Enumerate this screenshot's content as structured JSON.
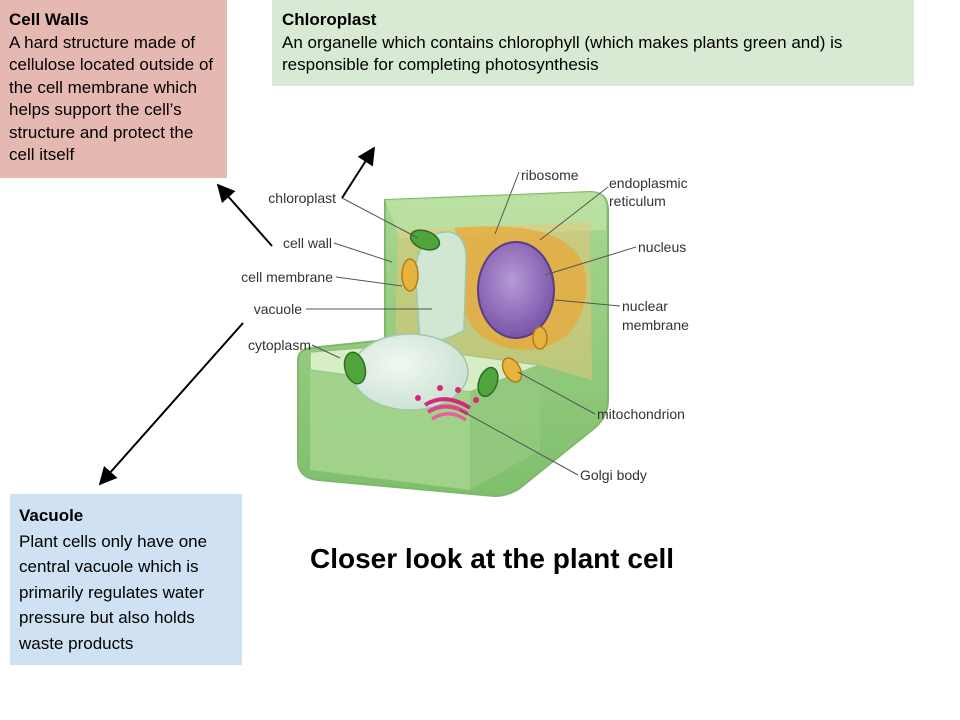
{
  "boxes": {
    "cell_walls": {
      "title": "Cell Walls",
      "body": "A hard structure made of cellulose located outside of the cell membrane which helps support the cell’s structure and protect the cell itself",
      "color": "#e6b8b2"
    },
    "chloroplast": {
      "title": "Chloroplast",
      "body": "An organelle which contains chlorophyll (which makes plants green and) is responsible for completing photosynthesis",
      "color": "#d8ead3"
    },
    "vacuole": {
      "title": "Vacuole",
      "body": "Plant cells only have one central vacuole which is primarily regulates water pressure but also holds waste products",
      "color": "#cfe1f2"
    }
  },
  "caption": "Closer look at the plant cell",
  "diagram_labels": {
    "chloroplast": "chloroplast",
    "cell_wall": "cell wall",
    "cell_membrane": "cell membrane",
    "vacuole": "vacuole",
    "cytoplasm": "cytoplasm",
    "ribosome": "ribosome",
    "endoplasmic_1": "endoplasmic",
    "endoplasmic_2": "reticulum",
    "nucleus": "nucleus",
    "nuclear_1": "nuclear",
    "nuclear_2": "membrane",
    "mitochondrion": "mitochondrion",
    "golgi": "Golgi body"
  }
}
